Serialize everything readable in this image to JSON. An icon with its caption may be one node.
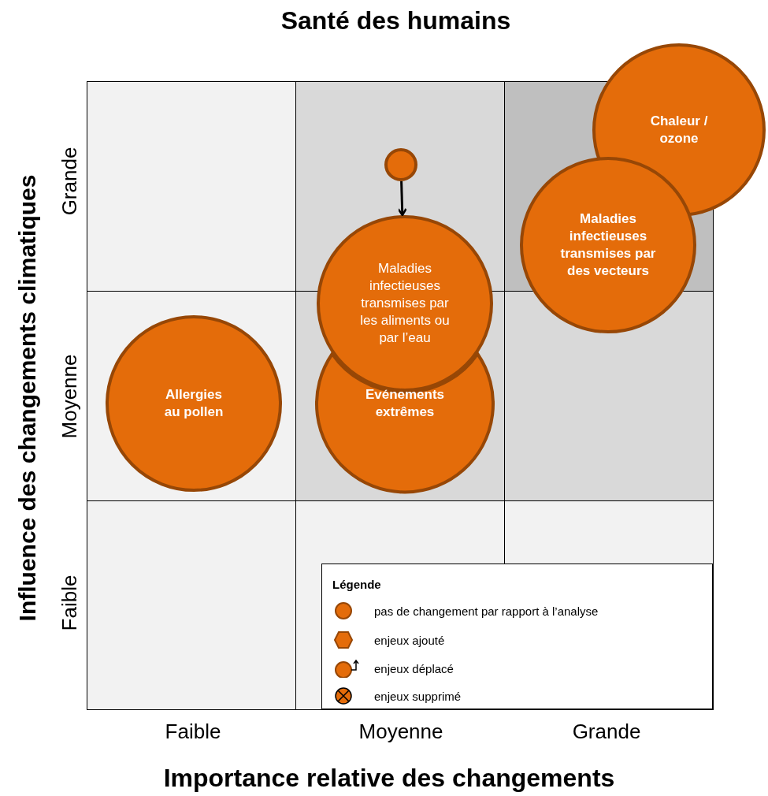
{
  "diagram": {
    "title": "Santé des humains",
    "nodes": [
      {
        "text": [
          "Chaleur / ozone"
        ]
      },
      {
        "text": [],
        "shape": "circle"
      },
      {
        "text": [
          "Maladies infectieuses transmises par des vecteurs"
        ]
      },
      {
        "text": [
          "Maladies infectieuses transmises par les aliments ou par l’eau"
        ]
      },
      {
        "text": [
          "Allergies au pollen"
        ]
      },
      {
        "text": [
          "Evénements extrêmes"
        ]
      }
    ],
    "edges": [
      {
        "from": 1,
        "to": 3,
        "arrow": "to"
      }
    ],
    "labels": [
      "Grande",
      "Moyenne",
      "Faible",
      "Influence des changements climatiques",
      "Faible",
      "Moyenne",
      "Grande",
      "Importance relative des changements",
      "Légende"
    ],
    "legend": [
      {
        "text": "pas de changement par rapport à l’analyse"
      },
      {
        "text": "enjeux ajouté"
      },
      {
        "text": "enjeux déplacé"
      },
      {
        "text": "enjeux supprimé"
      }
    ]
  }
}
